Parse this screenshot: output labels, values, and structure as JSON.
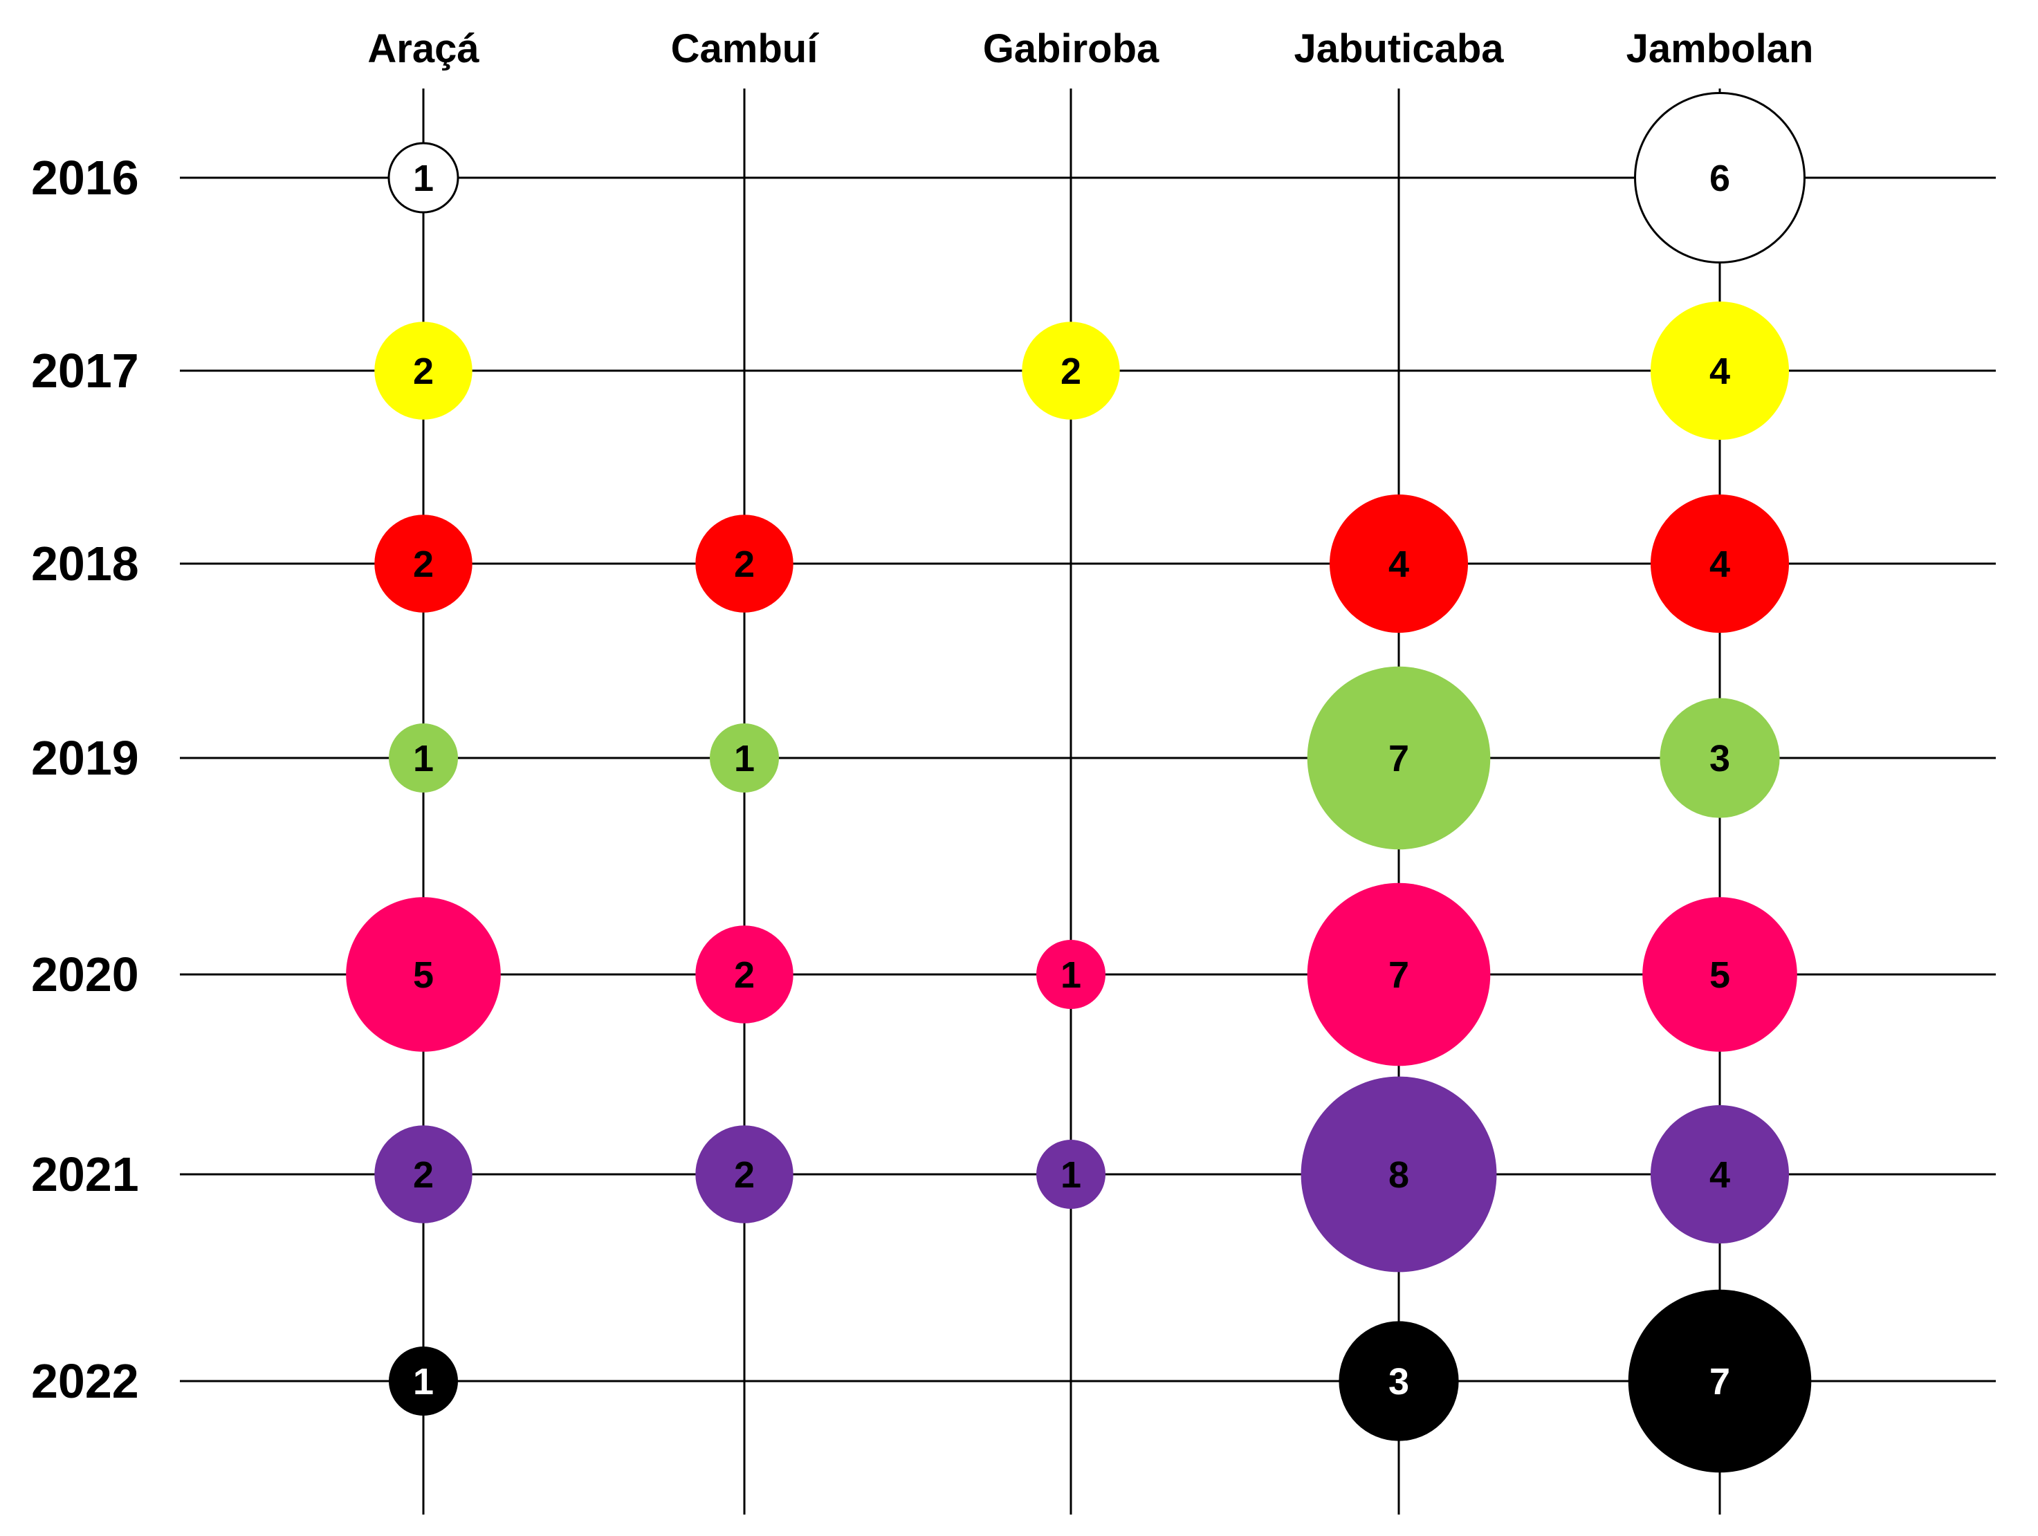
{
  "chart_data": {
    "type": "bubble",
    "categories": [
      "Araçá",
      "Cambuí",
      "Gabiroba",
      "Jabuticaba",
      "Jambolan"
    ],
    "years": [
      "2016",
      "2017",
      "2018",
      "2019",
      "2020",
      "2021",
      "2022"
    ],
    "year_colors": {
      "2016": "#ffffff",
      "2017": "#ffff00",
      "2018": "#ff0000",
      "2019": "#92d050",
      "2020": "#ff0066",
      "2021": "#7030a0",
      "2022": "#000000"
    },
    "points": [
      {
        "category": "Araçá",
        "year": "2016",
        "value": 1
      },
      {
        "category": "Jambolan",
        "year": "2016",
        "value": 6
      },
      {
        "category": "Araçá",
        "year": "2017",
        "value": 2
      },
      {
        "category": "Gabiroba",
        "year": "2017",
        "value": 2
      },
      {
        "category": "Jambolan",
        "year": "2017",
        "value": 4
      },
      {
        "category": "Araçá",
        "year": "2018",
        "value": 2
      },
      {
        "category": "Cambuí",
        "year": "2018",
        "value": 2
      },
      {
        "category": "Jabuticaba",
        "year": "2018",
        "value": 4
      },
      {
        "category": "Jambolan",
        "year": "2018",
        "value": 4
      },
      {
        "category": "Araçá",
        "year": "2019",
        "value": 1
      },
      {
        "category": "Cambuí",
        "year": "2019",
        "value": 1
      },
      {
        "category": "Jabuticaba",
        "year": "2019",
        "value": 7
      },
      {
        "category": "Jambolan",
        "year": "2019",
        "value": 3
      },
      {
        "category": "Araçá",
        "year": "2020",
        "value": 5
      },
      {
        "category": "Cambuí",
        "year": "2020",
        "value": 2
      },
      {
        "category": "Gabiroba",
        "year": "2020",
        "value": 1
      },
      {
        "category": "Jabuticaba",
        "year": "2020",
        "value": 7
      },
      {
        "category": "Jambolan",
        "year": "2020",
        "value": 5
      },
      {
        "category": "Araçá",
        "year": "2021",
        "value": 2
      },
      {
        "category": "Cambuí",
        "year": "2021",
        "value": 2
      },
      {
        "category": "Gabiroba",
        "year": "2021",
        "value": 1
      },
      {
        "category": "Jabuticaba",
        "year": "2021",
        "value": 8
      },
      {
        "category": "Jambolan",
        "year": "2021",
        "value": 4
      },
      {
        "category": "Araçá",
        "year": "2022",
        "value": 1
      },
      {
        "category": "Jabuticaba",
        "year": "2022",
        "value": 3
      },
      {
        "category": "Jambolan",
        "year": "2022",
        "value": 7
      }
    ],
    "grid": true,
    "legend": "none"
  }
}
